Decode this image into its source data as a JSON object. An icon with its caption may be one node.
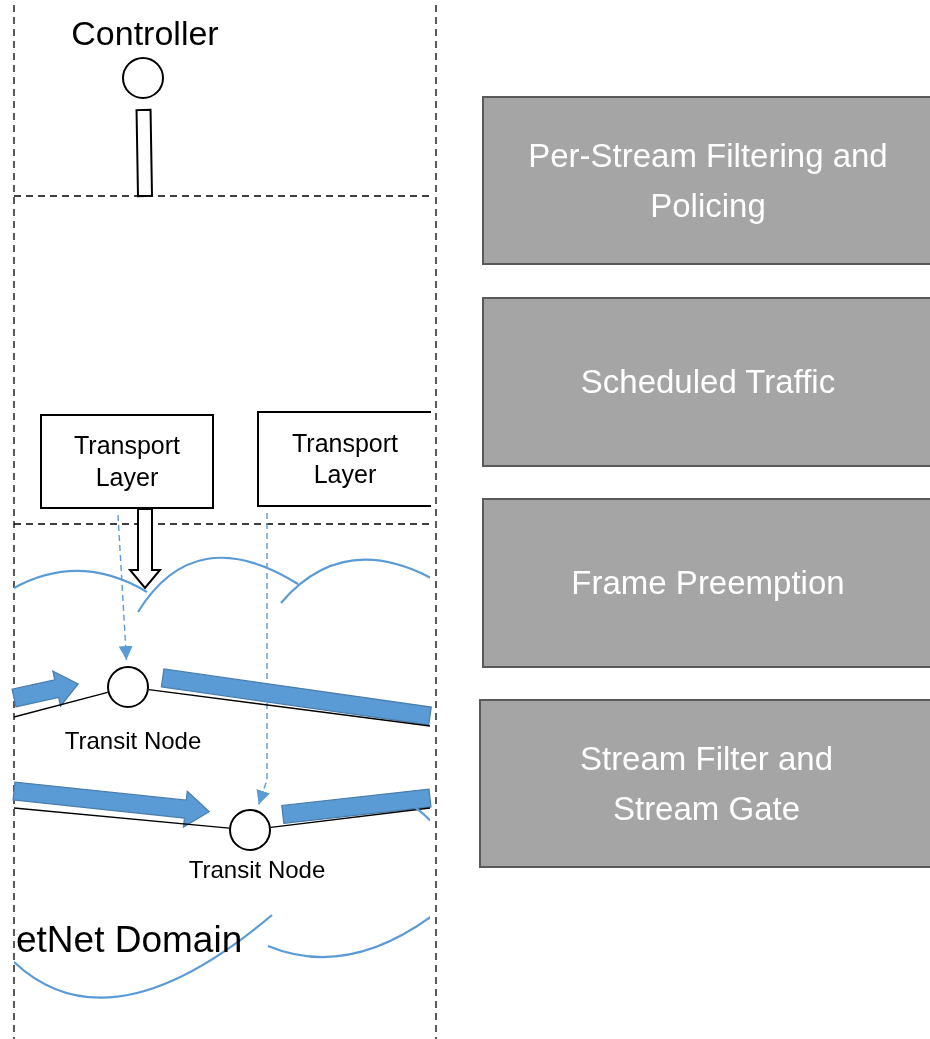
{
  "diagram": {
    "nodes": [
      {
        "text": [
          "Controller"
        ]
      },
      {
        "text": [
          "Transport Layer"
        ]
      },
      {
        "text": [
          "Transport Layer"
        ]
      },
      {
        "text": [
          "etNet Domain"
        ]
      },
      {
        "text": [
          "Transit Node"
        ],
        "in": 3
      },
      {
        "text": [
          "Transit Node"
        ],
        "in": 3
      },
      {
        "text": [
          "Per-Stream Filtering and Policing"
        ]
      },
      {
        "text": [
          "Scheduled Traffic"
        ]
      },
      {
        "text": [
          "Frame Preemption"
        ]
      },
      {
        "text": [
          "Stream Filter and Stream Gate"
        ]
      }
    ],
    "edges": [
      {
        "from": 0,
        "to": null,
        "arrow": "none",
        "style": "thick"
      },
      {
        "from": 1,
        "to": 3,
        "arrow": "to",
        "style": "thick"
      },
      {
        "from": 1,
        "to": 4,
        "arrow": "to",
        "style": "dashed",
        "color": "#5b9bd5"
      },
      {
        "from": 2,
        "to": 5,
        "arrow": "to",
        "style": "dashed",
        "color": "#5b9bd5"
      },
      {
        "from": null,
        "to": 4,
        "arrow": "to",
        "style": "thick",
        "color": "#5b9bd5"
      },
      {
        "from": 4,
        "to": null,
        "arrow": "none",
        "style": "thick",
        "color": "#5b9bd5"
      },
      {
        "from": null,
        "to": 4,
        "arrow": "none"
      },
      {
        "from": 4,
        "to": null,
        "arrow": "none"
      },
      {
        "from": null,
        "to": 5,
        "arrow": "to",
        "style": "thick",
        "color": "#5b9bd5"
      },
      {
        "from": 5,
        "to": null,
        "arrow": "none",
        "style": "thick",
        "color": "#5b9bd5"
      },
      {
        "from": null,
        "to": 5,
        "arrow": "none"
      },
      {
        "from": 5,
        "to": null,
        "arrow": "none"
      }
    ]
  }
}
